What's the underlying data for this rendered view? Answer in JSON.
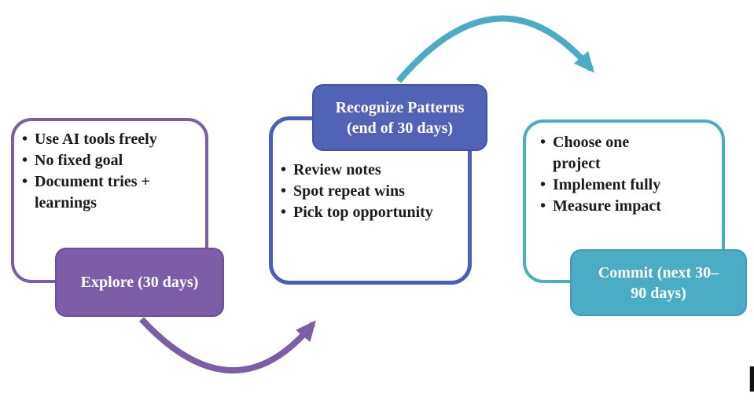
{
  "colors": {
    "purple": "#7B5EA7",
    "purple-dark": "#6A4F96",
    "blue": "#5163B4",
    "blue-dark": "#4152A8",
    "blue-border": "#4A5FB5",
    "teal": "#4BACC6",
    "teal-dark": "#3D9CB6",
    "ink": "#1B1B1B",
    "paper": "#FFFFFF",
    "cursor": "#141414"
  },
  "bullet_char": "•",
  "stages": [
    {
      "id": "explore",
      "label": "Explore (30 days)",
      "bullets": [
        "Use AI tools freely",
        "No fixed goal",
        "Document tries + learnings"
      ]
    },
    {
      "id": "recognize",
      "label": "Recognize Patterns (end of 30 days)",
      "bullets": [
        "Review notes",
        "Spot repeat wins",
        "Pick top opportunity"
      ]
    },
    {
      "id": "commit",
      "label": "Commit (next 30–90 days)",
      "bullets": [
        "Choose one project",
        "Implement fully",
        "Measure impact"
      ]
    }
  ],
  "arrows": [
    {
      "id": "explore-to-recognize",
      "color_key": "purple"
    },
    {
      "id": "recognize-to-commit",
      "color_key": "teal"
    }
  ]
}
